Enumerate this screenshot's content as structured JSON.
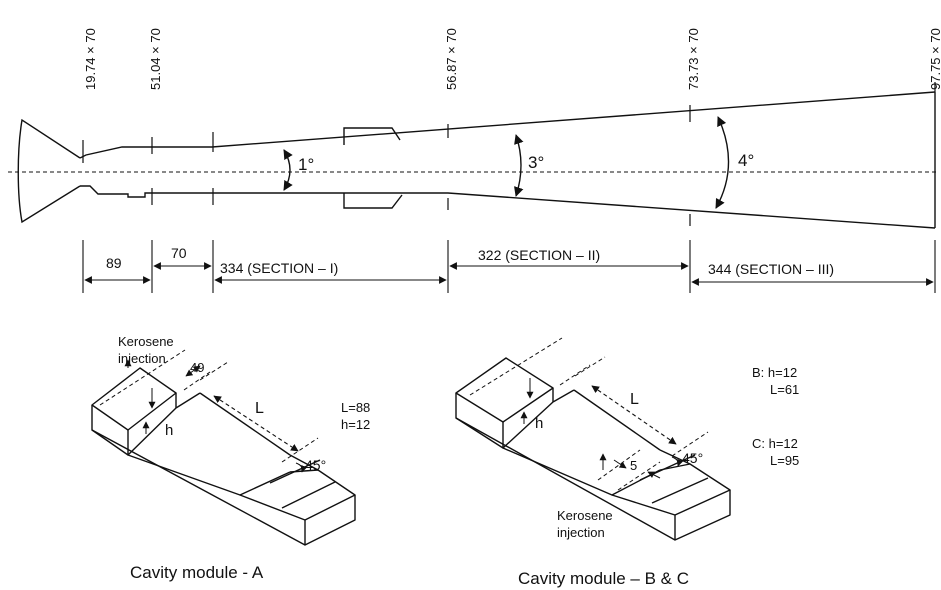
{
  "combustor": {
    "station_labels": [
      "19.74 × 70",
      "51.04 × 70",
      "56.87 × 70",
      "73.73 × 70",
      "97.75 × 70"
    ],
    "angles": [
      "1°",
      "3°",
      "4°"
    ],
    "lengths": [
      "89",
      "70",
      "334 (SECTION – I)",
      "322 (SECTION – II)",
      "344 (SECTION – III)"
    ]
  },
  "module_a": {
    "caption": "Cavity module - A",
    "injection_label_1": "Kerosene",
    "injection_label_2": "injection",
    "dim_49": "49",
    "dim_L": "L",
    "dim_h": "h",
    "angle": "45°",
    "param_L": "L=88",
    "param_h": "h=12"
  },
  "module_bc": {
    "caption": "Cavity module – B & C",
    "injection_label_1": "Kerosene",
    "injection_label_2": "injection",
    "dim_L": "L",
    "dim_h": "h",
    "dim_5": "5",
    "angle": "45°",
    "b_h": "B:  h=12",
    "b_L": "L=61",
    "c_h": "C:  h=12",
    "c_L": "L=95"
  }
}
